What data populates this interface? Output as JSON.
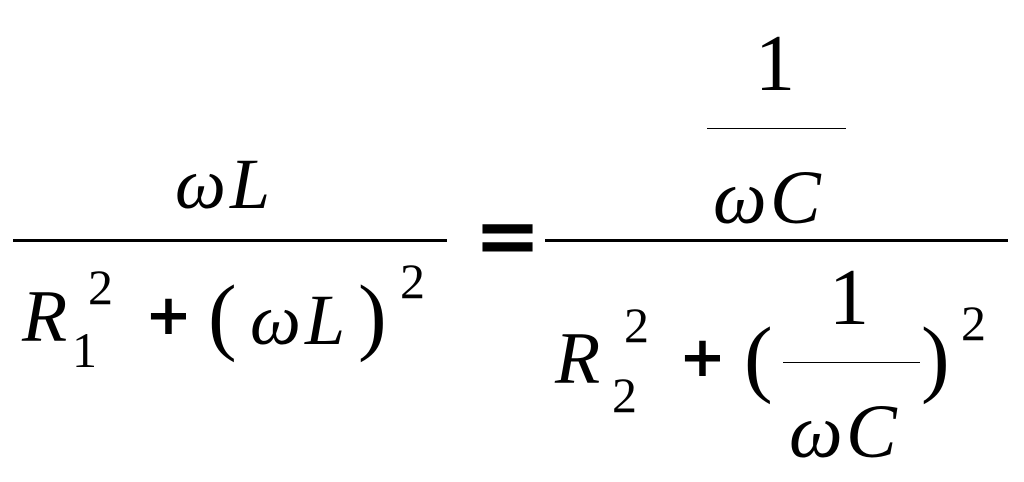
{
  "equation": {
    "left": {
      "numerator": {
        "omega": "ω",
        "L": "L"
      },
      "denominator": {
        "R": "R",
        "sub": "1",
        "sq1": "2",
        "plus": "+",
        "lparen": "(",
        "omega": "ω",
        "L": "L",
        "rparen": ")",
        "sq2": "2"
      }
    },
    "equals": "=",
    "right": {
      "numerator": {
        "one": "1",
        "omega": "ω",
        "C": "C"
      },
      "denominator": {
        "R": "R",
        "sub": "2",
        "sq1": "2",
        "plus": "+",
        "lparen": "(",
        "one": "1",
        "omega": "ω",
        "C": "C",
        "rparen": ")",
        "sq2": "2"
      }
    }
  }
}
